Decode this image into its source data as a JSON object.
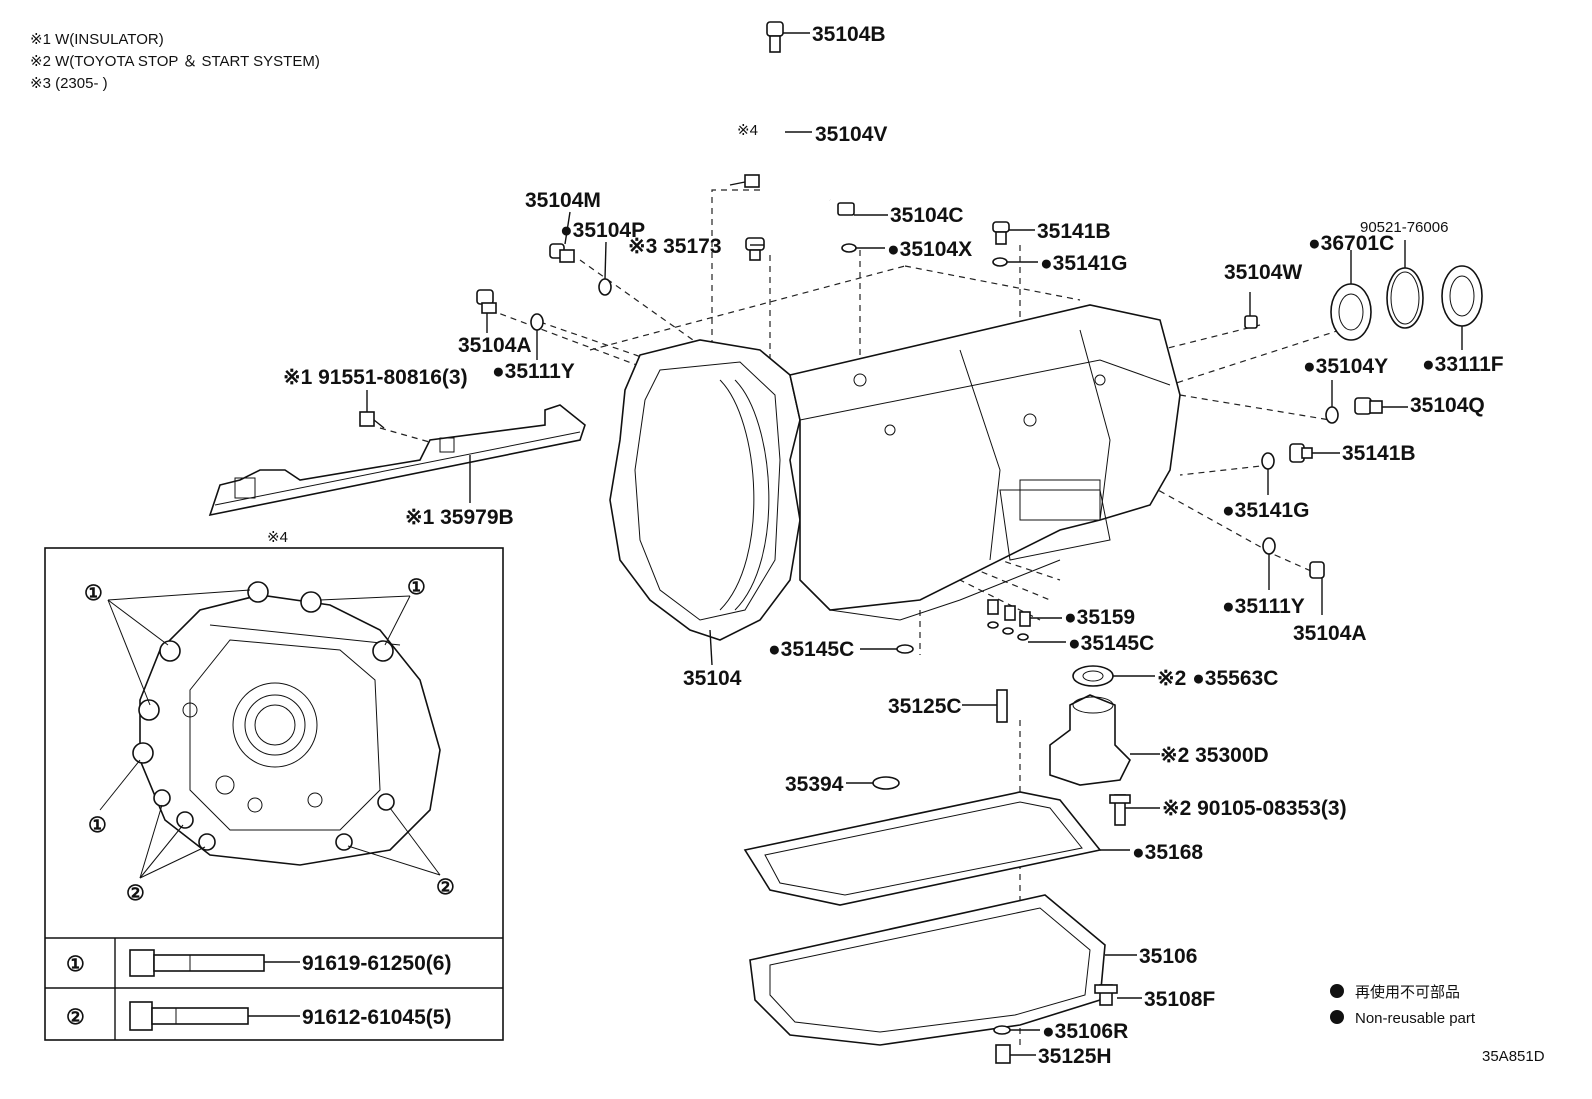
{
  "notes": [
    "※1 W(INSULATOR)",
    "※2 W(TOYOTA STOP ＆ START SYSTEM)",
    "※3 (2305-       )"
  ],
  "parts": {
    "p35104B": "35104B",
    "p35104V": "35104V",
    "mark4_top": "※4",
    "p35104C": "35104C",
    "p35104M": "35104M",
    "p35104P": "●35104P",
    "p35173": "※3 35173",
    "p35104X": "●35104X",
    "p35141B_top": "35141B",
    "p35141G_top": "●35141G",
    "p90521": "90521-76006",
    "p36701C": "●36701C",
    "p35104W": "35104W",
    "p35104A_left": "35104A",
    "p35111Y_left": "●35111Y",
    "p91551": "※1 91551-80816(3)",
    "p35104Y": "●35104Y",
    "p33111F": "●33111F",
    "p35104Q": "35104Q",
    "p35141B_right": "35141B",
    "p35979B": "※1 35979B",
    "mark4_bottom": "※4",
    "p35141G_right": "●35141G",
    "p35111Y_right": "●35111Y",
    "p35104A_right": "35104A",
    "p35159": "●35159",
    "p35145C_left": "●35145C",
    "p35145C_right": "●35145C",
    "p35104": "35104",
    "p35563C": "※2 ●35563C",
    "p35125C": "35125C",
    "p35300D": "※2 35300D",
    "p35394": "35394",
    "p90105": "※2 90105-08353(3)",
    "p35168": "●35168",
    "p35106": "35106",
    "p35108F": "35108F",
    "p35106R": "●35106R",
    "p35125H": "35125H"
  },
  "bolt_table": {
    "row1_ref": "①",
    "row1_part": "91619-61250(6)",
    "row2_ref": "②",
    "row2_part": "91612-61045(5)"
  },
  "inset_refs": {
    "ref1_a": "①",
    "ref1_b": "①",
    "ref1_c": "①",
    "ref2_a": "②",
    "ref2_b": "②"
  },
  "legend": {
    "jp": "再使用不可部品",
    "en": "Non-reusable part"
  },
  "diagram_code": "35A851D"
}
